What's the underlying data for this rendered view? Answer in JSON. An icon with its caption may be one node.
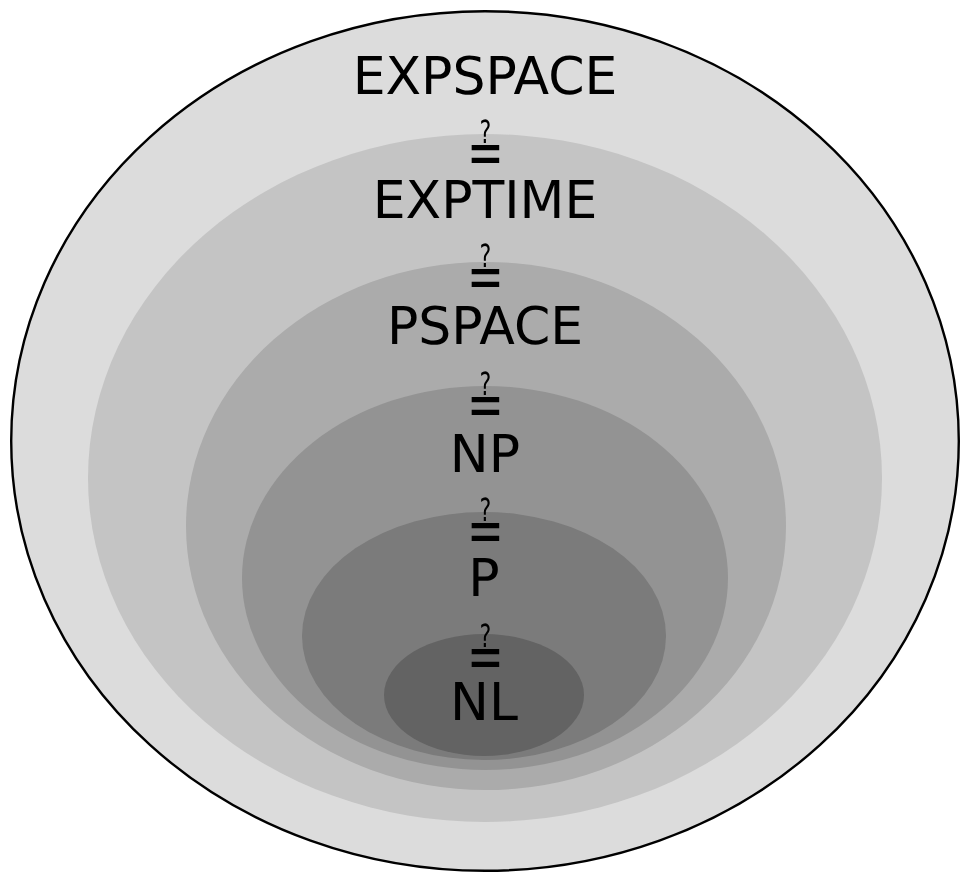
{
  "diagram": {
    "nodes": [
      {
        "text": [
          "EXPSPACE"
        ]
      },
      {
        "text": [
          "EXPTIME"
        ],
        "in": 0
      },
      {
        "text": [
          "PSPACE"
        ],
        "in": 1
      },
      {
        "text": [
          "NP"
        ],
        "in": 2
      },
      {
        "text": [
          "P"
        ],
        "in": 3
      },
      {
        "text": [
          "NL"
        ],
        "in": 4
      }
    ],
    "labels": [
      "≟",
      "≟",
      "≟",
      "≟",
      "≟"
    ]
  }
}
